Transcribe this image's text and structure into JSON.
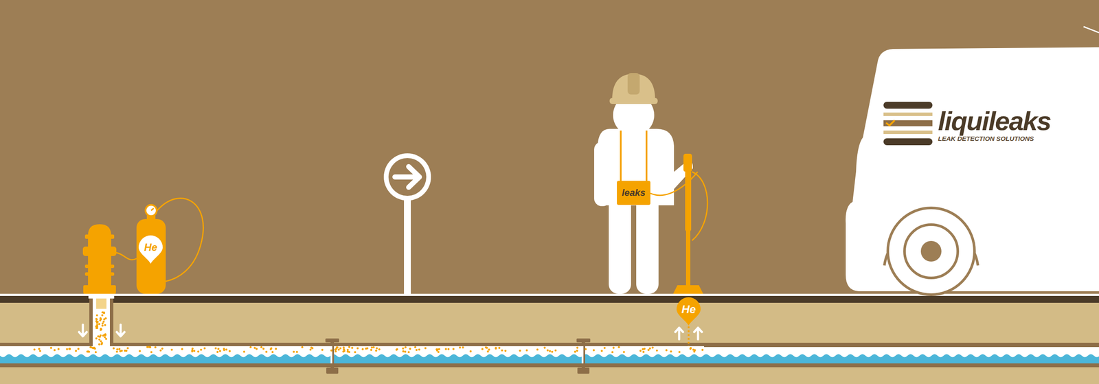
{
  "diagram": {
    "nodes": [
      {
        "text": [
          "He"
        ]
      },
      {
        "text": [
          "leaks"
        ]
      },
      {
        "text": [
          "He"
        ]
      },
      {
        "text": [
          "liquileaks",
          "LEAK DETECTION SOLUTIONS"
        ]
      }
    ]
  }
}
